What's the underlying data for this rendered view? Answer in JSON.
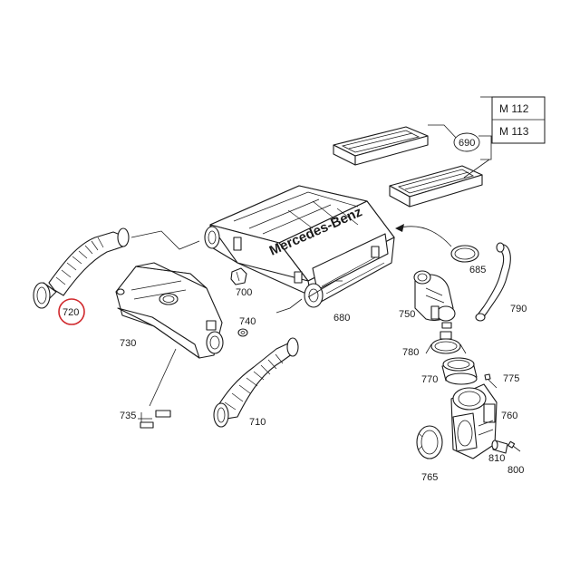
{
  "legend": {
    "rows": [
      "M 112",
      "M 113"
    ]
  },
  "brand_text": "Mercedes-Benz",
  "highlight_color": "#d0282c",
  "highlighted_part": "720",
  "parts": {
    "p680": "680",
    "p685": "685",
    "p690": "690",
    "p700": "700",
    "p710": "710",
    "p720": "720",
    "p730": "730",
    "p735": "735",
    "p740": "740",
    "p750": "750",
    "p760": "760",
    "p765": "765",
    "p770": "770",
    "p775": "775",
    "p780": "780",
    "p790": "790",
    "p800": "800",
    "p810": "810"
  }
}
